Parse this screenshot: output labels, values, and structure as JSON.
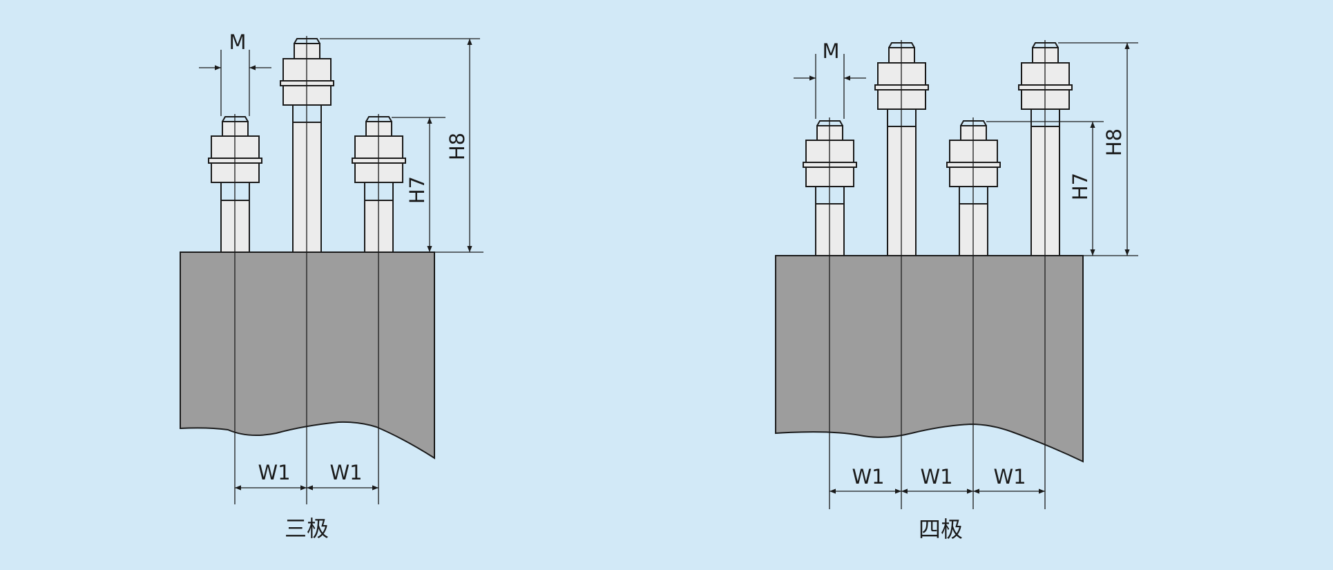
{
  "diagrams": [
    {
      "caption": "三极",
      "labels": {
        "m": "M",
        "h7": "H7",
        "h8": "H8",
        "w1": "W1"
      }
    },
    {
      "caption": "四极",
      "labels": {
        "m": "M",
        "h7": "H7",
        "h8": "H8",
        "w1": "W1"
      }
    }
  ],
  "colors": {
    "background": "#d2e9f7",
    "busbar_block": "#9d9d9d",
    "terminal": "#ececec",
    "line": "#1a1a1a"
  }
}
